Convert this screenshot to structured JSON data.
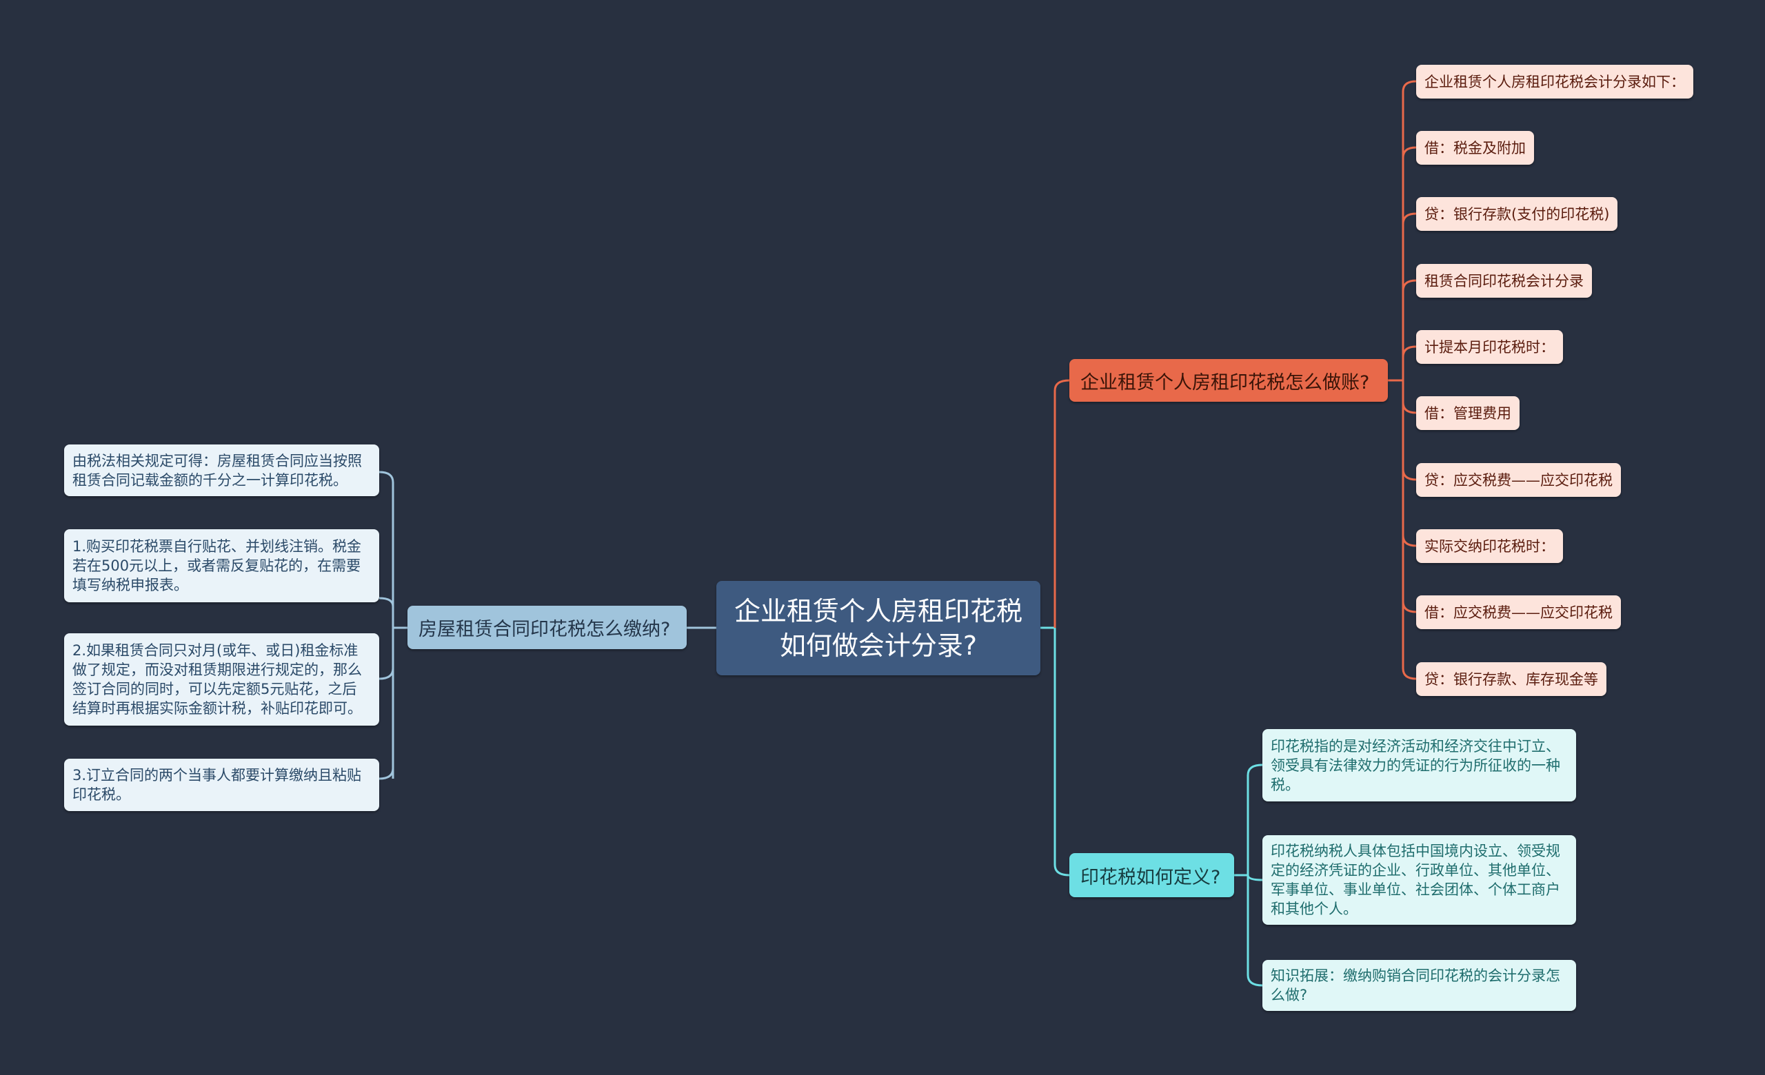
{
  "center": {
    "title": "企业租赁个人房租印花税如何做会计分录?"
  },
  "left_branch": {
    "label": "房屋租赁合同印花税怎么缴纳?",
    "items": [
      "由税法相关规定可得：房屋租赁合同应当按照租赁合同记载金额的千分之一计算印花税。",
      "1.购买印花税票自行贴花、并划线注销。税金若在500元以上，或者需反复贴花的，在需要填写纳税申报表。",
      "2.如果租赁合同只对月(或年、或日)租金标准做了规定，而没对租赁期限进行规定的，那么签订合同的同时，可以先定额5元贴花，之后结算时再根据实际金额计税，补贴印花即可。",
      "3.订立合同的两个当事人都要计算缴纳且粘贴印花税。"
    ]
  },
  "orange_branch": {
    "label": "企业租赁个人房租印花税怎么做账?",
    "items": [
      "企业租赁个人房租印花税会计分录如下：",
      "借：税金及附加",
      "贷：银行存款(支付的印花税)",
      "租赁合同印花税会计分录",
      "计提本月印花税时：",
      "借：管理费用",
      "贷：应交税费——应交印花税",
      "实际交纳印花税时：",
      "借：应交税费——应交印花税",
      "贷：银行存款、库存现金等"
    ]
  },
  "cyan_branch": {
    "label": "印花税如何定义?",
    "items": [
      "印花税指的是对经济活动和经济交往中订立、领受具有法律效力的凭证的行为所征收的一种税。",
      "印花税纳税人具体包括中国境内设立、领受规定的经济凭证的企业、行政单位、其他单位、军事单位、事业单位、社会团体、个体工商户和其他个人。",
      "知识拓展：缴纳购销合同印花税的会计分录怎么做?"
    ]
  },
  "colors": {
    "background": "#283040",
    "center": "#3e5a80",
    "left": "#a0c4dc",
    "orange": "#e8694a",
    "cyan": "#6ddfe4"
  }
}
